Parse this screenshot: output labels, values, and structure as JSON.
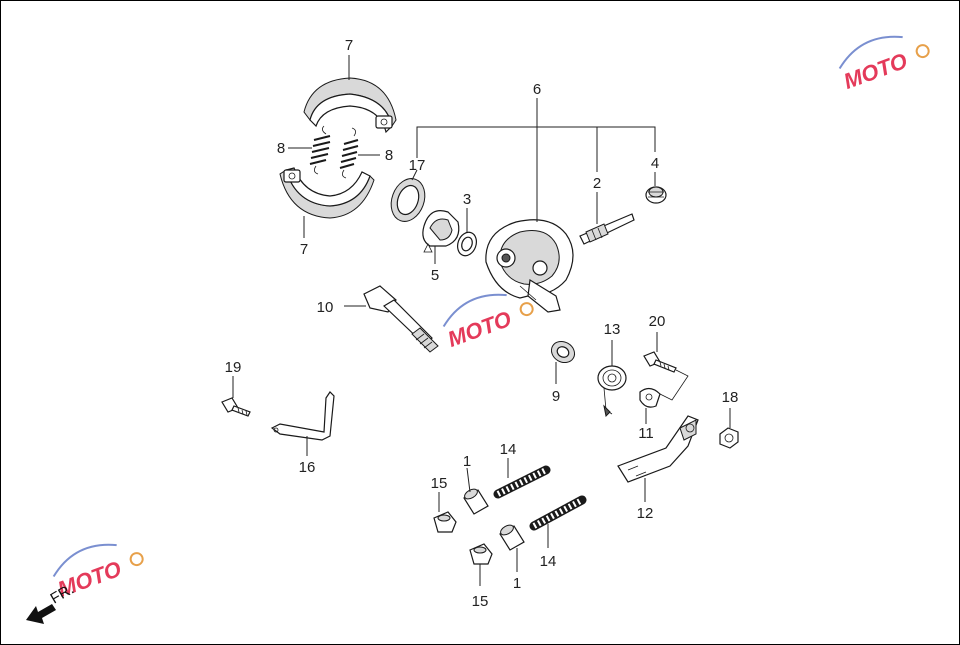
{
  "diagram": {
    "labels": {
      "p1a": "1",
      "p1b": "1",
      "p2": "2",
      "p3": "3",
      "p4": "4",
      "p5": "5",
      "p6": "6",
      "p7a": "7",
      "p7b": "7",
      "p8a": "8",
      "p8b": "8",
      "p9": "9",
      "p10": "10",
      "p11": "11",
      "p12": "12",
      "p13": "13",
      "p14a": "14",
      "p14b": "14",
      "p15a": "15",
      "p15b": "15",
      "p16": "16",
      "p17": "17",
      "p18": "18",
      "p19": "19",
      "p20": "20"
    },
    "direction_label": "FR."
  },
  "watermark": {
    "text": "MOTO",
    "color": "#e43a5a"
  }
}
